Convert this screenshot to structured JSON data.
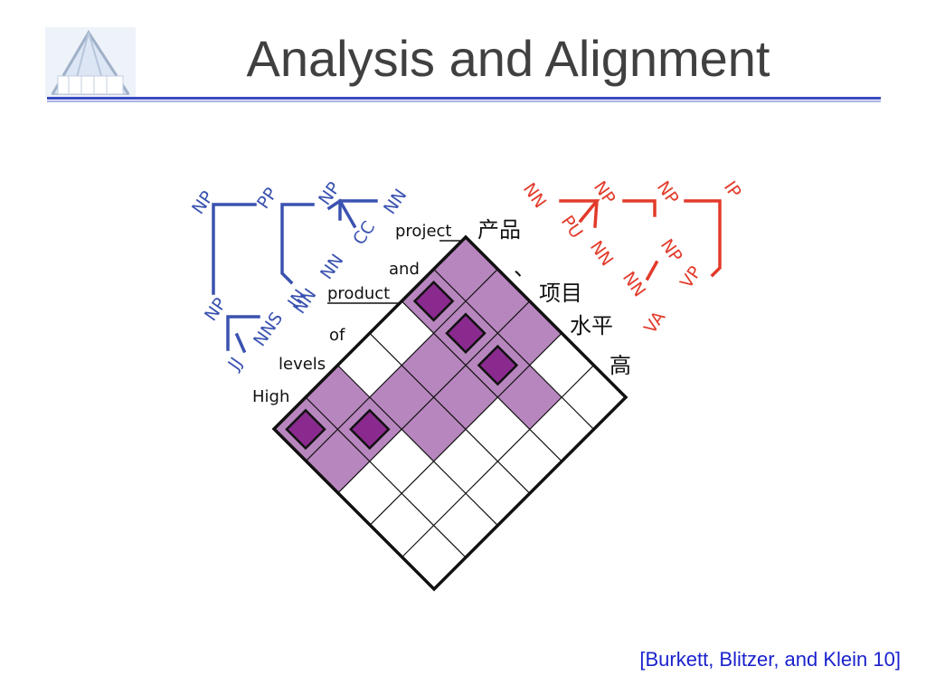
{
  "slide": {
    "title": "Analysis and Alignment",
    "citation": "[Burkett, Blitzer, and Klein 10]"
  },
  "logo": {
    "icon": "glass-pavilion-logo"
  },
  "diagram": {
    "colors": {
      "english_tree": "#3a52b0",
      "chinese_tree": "#e23a2a",
      "span": "#b886bf",
      "link": "#8a2a8e"
    },
    "english_words": [
      "project",
      "and",
      "product",
      "of",
      "levels",
      "High"
    ],
    "chinese_words": [
      "产品",
      "、",
      "项目",
      "水平",
      "高"
    ],
    "english_tags": [
      "NP",
      "PP",
      "NP",
      "NN",
      "CC",
      "NN",
      "NN",
      "IN",
      "NNS",
      "NP",
      "JJ"
    ],
    "chinese_tags": [
      "NN",
      "NP",
      "NP",
      "IP",
      "PU",
      "NN",
      "NP",
      "NN",
      "VP",
      "VA"
    ]
  }
}
